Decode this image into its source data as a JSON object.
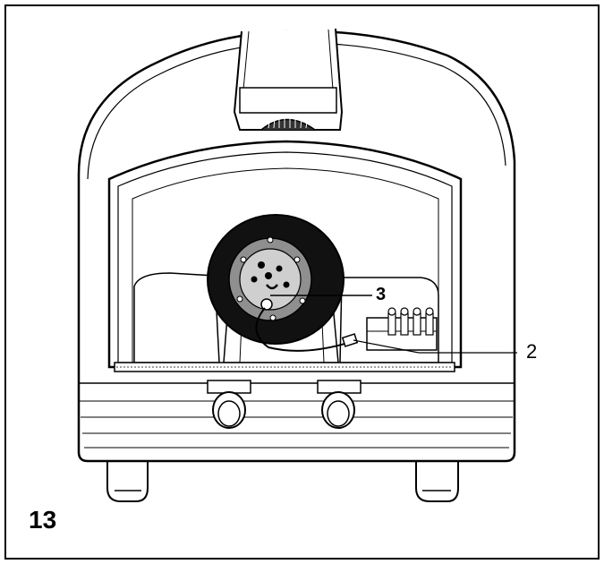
{
  "figure": {
    "number": "13"
  },
  "callouts": [
    {
      "id": "callout-3",
      "label": "3"
    },
    {
      "id": "callout-2",
      "label": "2"
    }
  ],
  "colors": {
    "line": "#000000",
    "dark_fill": "#111111",
    "mid_gray": "#9a9a9a",
    "light_gray": "#cfcfcf",
    "background": "#ffffff"
  }
}
